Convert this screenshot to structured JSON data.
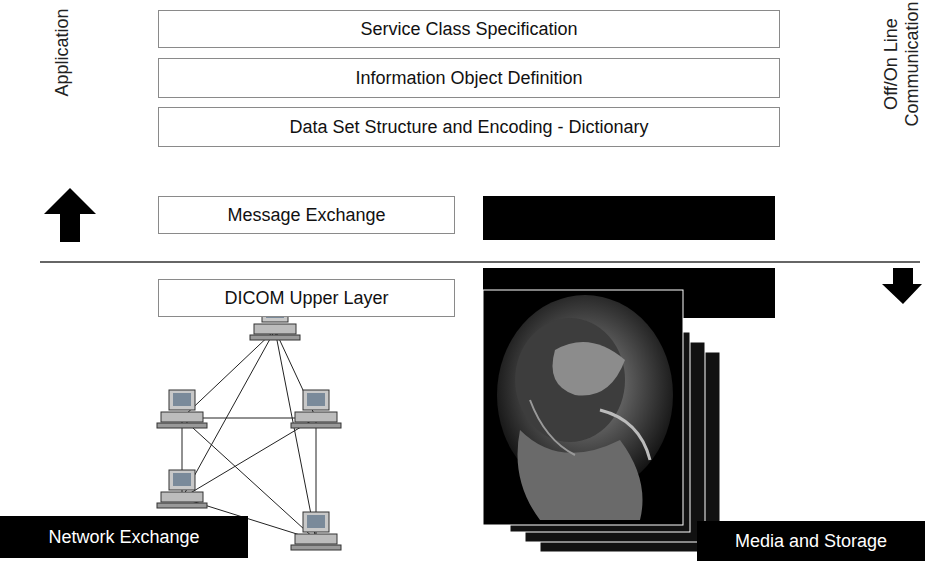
{
  "diagram": {
    "nodes": [
      {
        "text": [
          "Service Class Specification"
        ]
      },
      {
        "text": [
          "Information Object Definition"
        ]
      },
      {
        "text": [
          "Data Set Structure and Encoding - Dictionary"
        ]
      },
      {
        "text": [
          "Message Exchange"
        ]
      },
      {
        "text": [
          "DICOM Upper Layer"
        ]
      },
      {
        "text": [
          "Network Exchange"
        ]
      },
      {
        "text": [
          "Media and Storage"
        ]
      }
    ],
    "labels": [
      "Application",
      "Off/On Line Communication"
    ]
  }
}
